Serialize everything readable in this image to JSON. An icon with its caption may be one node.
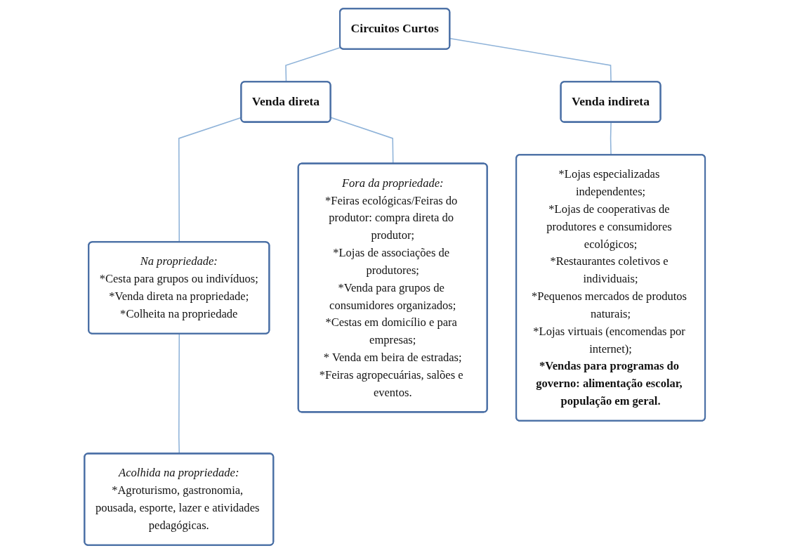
{
  "diagram": {
    "nodes": [
      {
        "text": [
          "Circuitos Curtos"
        ]
      },
      {
        "text": [
          "Venda direta"
        ]
      },
      {
        "text": [
          "Venda indireta"
        ]
      },
      {
        "text": [
          "Na propriedade:",
          "*Cesta para grupos ou indivíduos;",
          "*Venda direta na propriedade;",
          "*Colheita na propriedade"
        ]
      },
      {
        "text": [
          "Fora da propriedade:",
          "*Feiras ecológicas/Feiras do produtor: compra direta do produtor;",
          "*Lojas de associações de produtores;",
          "*Venda para grupos de consumidores organizados;",
          "*Cestas em domicílio e para empresas;",
          "* Venda em beira de estradas;",
          "*Feiras agropecuárias, salões e eventos."
        ]
      },
      {
        "text": [
          "*Lojas especializadas independentes;",
          "*Lojas de cooperativas de produtores e consumidores ecológicos;",
          "*Restaurantes coletivos e individuais;",
          "*Pequenos mercados de produtos naturais;",
          "*Lojas virtuais (encomendas por internet);",
          "*Vendas para programas do governo: alimentação escolar, população em geral."
        ]
      },
      {
        "text": [
          "Acolhida na propriedade:",
          "*Agroturismo, gastronomia, pousada, esporte, lazer e atividades pedagógicas."
        ]
      }
    ],
    "edges": [
      {
        "from": 0,
        "to": 1,
        "arrow": "none"
      },
      {
        "from": 0,
        "to": 2,
        "arrow": "none"
      },
      {
        "from": 1,
        "to": 3,
        "arrow": "none"
      },
      {
        "from": 1,
        "to": 4,
        "arrow": "none"
      },
      {
        "from": 2,
        "to": 5,
        "arrow": "none"
      },
      {
        "from": 3,
        "to": 6,
        "arrow": "none"
      }
    ]
  }
}
